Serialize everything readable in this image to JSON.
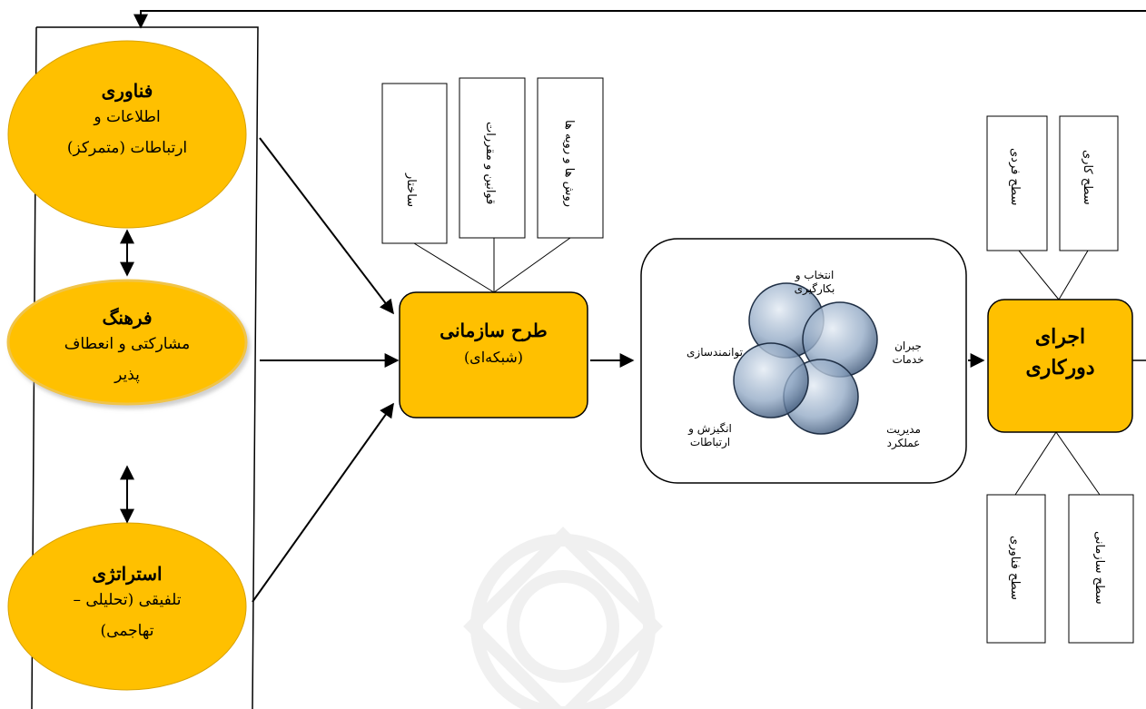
{
  "left_column": {
    "technology": {
      "title": "فناوری",
      "line1": "اطلاعات و",
      "line2": "ارتباطات (متمرکز)"
    },
    "culture": {
      "title": "فرهنگ",
      "line1": "مشارکتی و انعطاف",
      "line2": "پذیر"
    },
    "strategy": {
      "title": "استراتژی",
      "line1": "تلفیقی (تحلیلی –",
      "line2": "تهاجمی)"
    }
  },
  "org_design": {
    "title": "طرح سازمانی",
    "subtitle": "(شبکه‌ای)"
  },
  "org_inputs": [
    "ساختار",
    "قوانین و مقررات",
    "روش ها و رویه ها"
  ],
  "hr_functions": {
    "selection": "انتخاب و بکارگیری",
    "compensation": "جبران خدمات",
    "performance": "مدیریت عملکرد",
    "motivation": "انگیزش و ارتباطات",
    "empowerment": "توانمندسازی"
  },
  "telework": {
    "title_line1": "اجرای",
    "title_line2": "دورکاری"
  },
  "levels_top": [
    "سطح فردی",
    "سطح کاری"
  ],
  "levels_bottom": [
    "سطح فناوری",
    "سطح سازمانی"
  ],
  "colors": {
    "accent": "#FFC000",
    "circle": "#7E98B8",
    "line": "#000000"
  }
}
